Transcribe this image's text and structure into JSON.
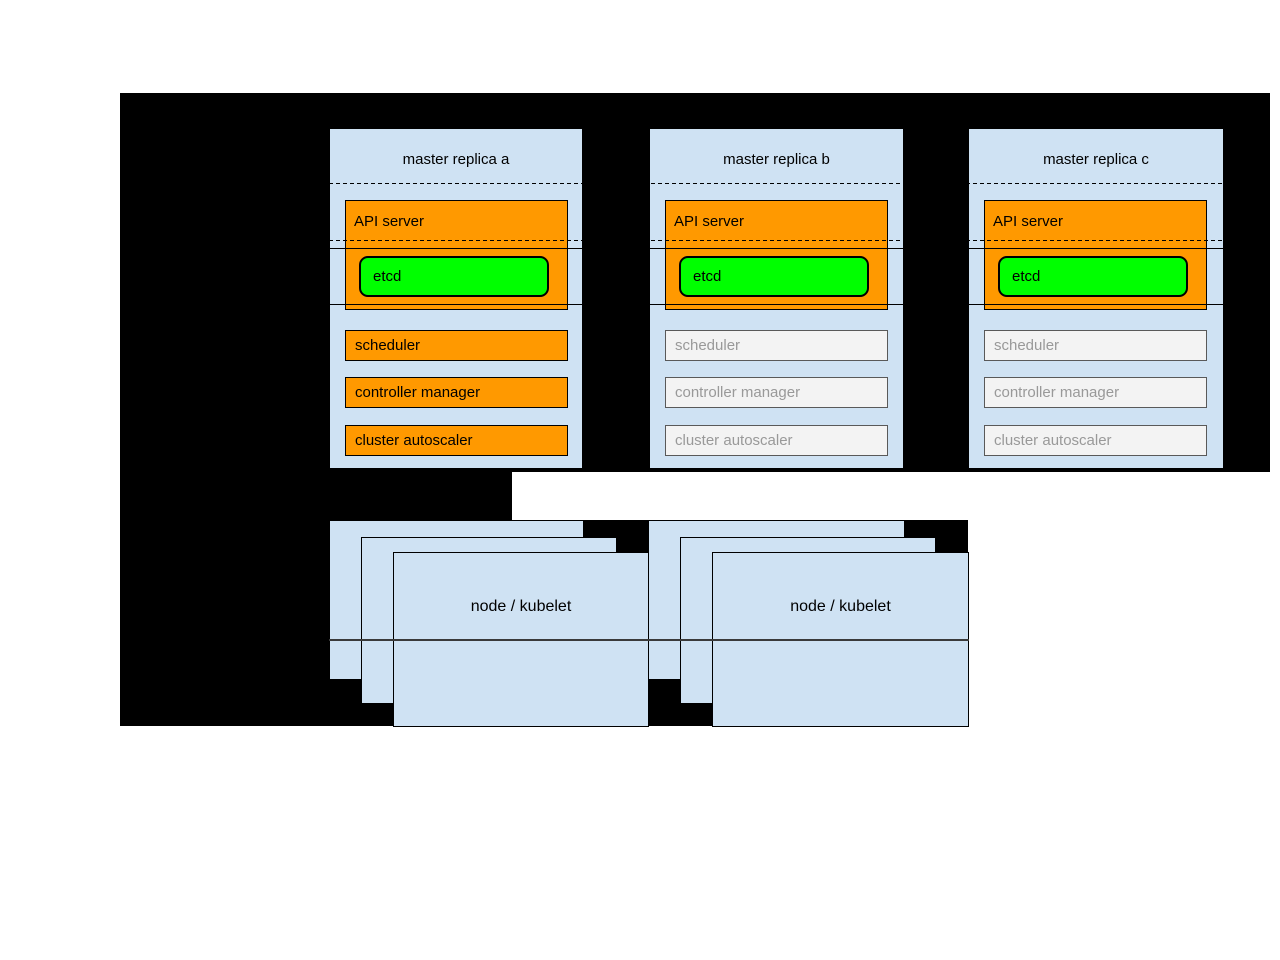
{
  "masters": [
    {
      "title": "master replica a",
      "state": "active",
      "api_server_label": "API server",
      "etcd_label": "etcd",
      "components": [
        "scheduler",
        "controller manager",
        "cluster autoscaler"
      ]
    },
    {
      "title": "master replica b",
      "state": "standby",
      "api_server_label": "API server",
      "etcd_label": "etcd",
      "components": [
        "scheduler",
        "controller manager",
        "cluster autoscaler"
      ]
    },
    {
      "title": "master replica c",
      "state": "standby",
      "api_server_label": "API server",
      "etcd_label": "etcd",
      "components": [
        "scheduler",
        "controller manager",
        "cluster autoscaler"
      ]
    }
  ],
  "nodes": [
    {
      "label": "node / kubelet"
    },
    {
      "label": "node / kubelet"
    }
  ],
  "colors": {
    "backdrop": "#000000",
    "panel_blue": "#cfe2f3",
    "active_component": "#ff9900",
    "etcd_green": "#00ff00",
    "inactive_fill": "#f3f3f3",
    "inactive_border": "#595959",
    "inactive_text": "#999999",
    "node_line": "#3a3a3a"
  }
}
